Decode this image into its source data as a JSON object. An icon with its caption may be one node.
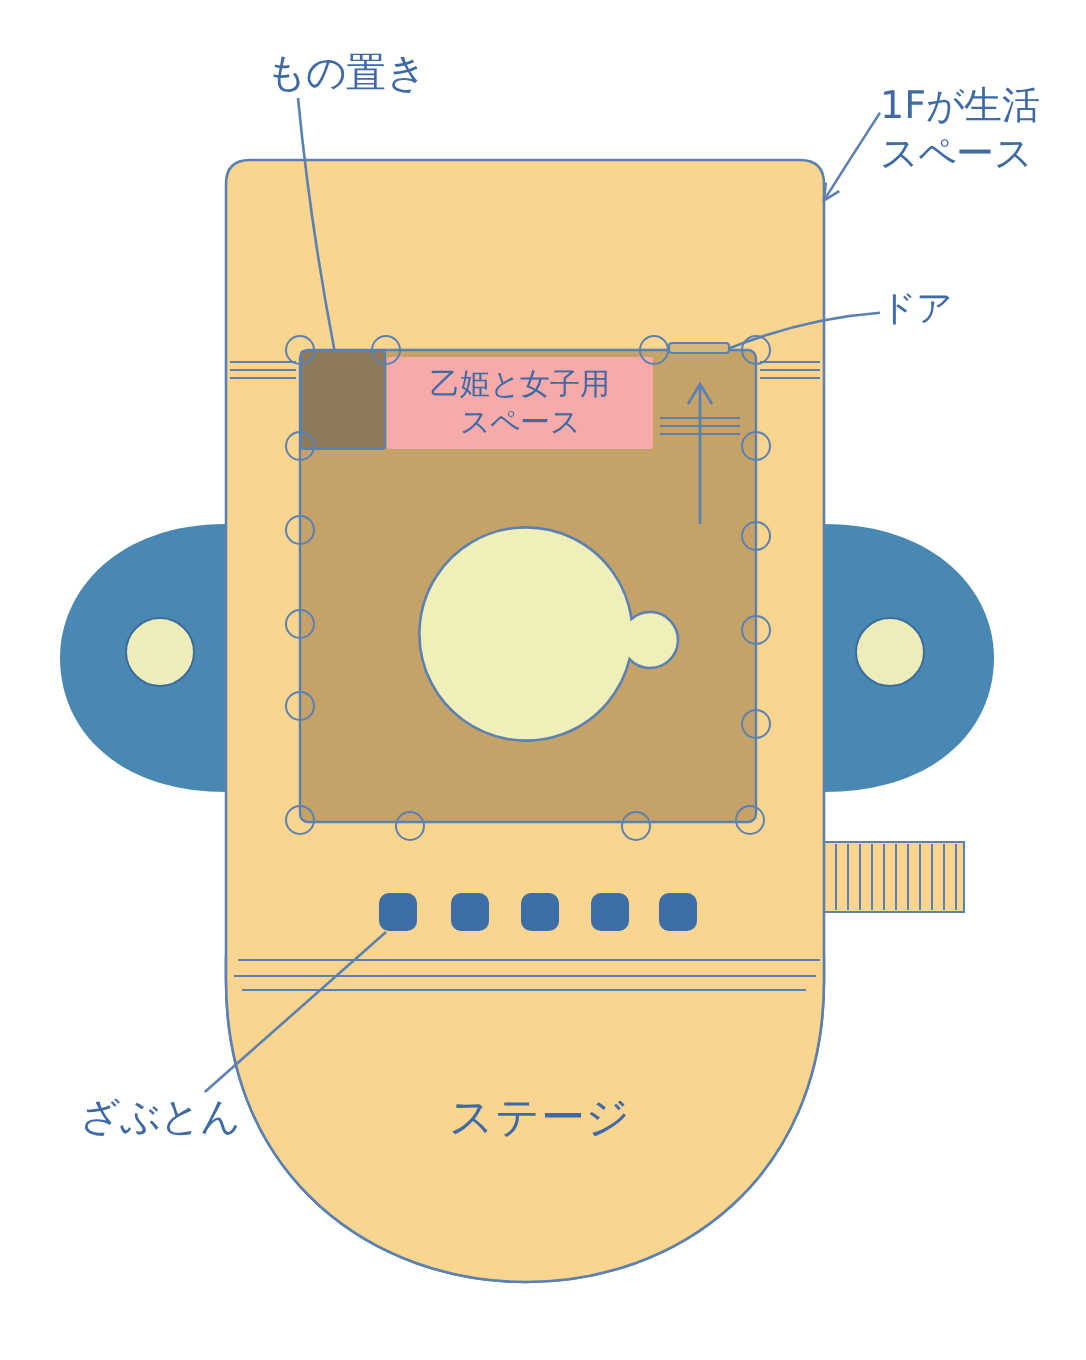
{
  "diagram": {
    "nodes": [
      {
        "text": [
          "もの置き"
        ]
      },
      {
        "text": [
          "1Fが生活スペース"
        ]
      },
      {
        "text": [],
        "shape": "box"
      },
      {
        "text": [
          "ドア"
        ]
      },
      {
        "text": [],
        "shape": "box",
        "in": 2
      },
      {
        "text": [
          "乙姫と女子用スペース"
        ],
        "in": 2
      },
      {
        "text": [],
        "shape": "box",
        "in": 2
      },
      {
        "text": [],
        "shape": "circle",
        "in": 2
      },
      {
        "text": [],
        "shape": "box",
        "in": 2
      },
      {
        "text": [],
        "shape": "box",
        "in": 2
      },
      {
        "text": [],
        "shape": "box",
        "in": 2
      },
      {
        "text": [],
        "shape": "box",
        "in": 2
      },
      {
        "text": [],
        "shape": "box",
        "in": 2
      },
      {
        "text": [
          "ざぶとん"
        ]
      },
      {
        "text": [
          "ステージ"
        ],
        "in": 2
      }
    ],
    "edges": [
      {
        "from": 0,
        "to": 4,
        "arrow": "none"
      },
      {
        "from": 1,
        "to": 2,
        "arrow": "to"
      },
      {
        "from": 3,
        "to": 6,
        "arrow": "none"
      },
      {
        "from": 13,
        "to": 8,
        "arrow": "none"
      }
    ]
  }
}
